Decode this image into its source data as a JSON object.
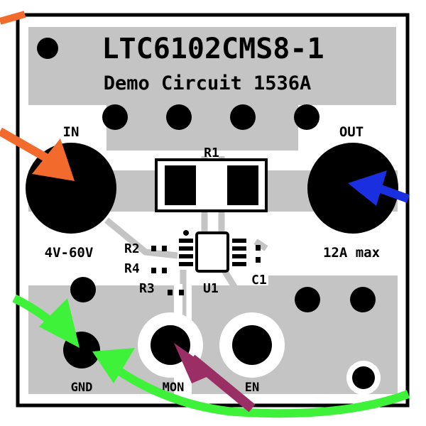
{
  "board": {
    "title": "LTC6102CMS8-1",
    "subtitle": "Demo Circuit 1536A",
    "in_label": "IN",
    "in_range": "4V-60V",
    "out_label": "OUT",
    "out_rating": "12A max",
    "components": {
      "r1": "R1",
      "r2": "R2",
      "r4": "R4",
      "r3": "R3",
      "u1": "U1",
      "c1": "C1"
    },
    "pins": {
      "gnd": "GND",
      "mon": "MON",
      "en": "EN"
    }
  },
  "colors": {
    "copper": "#c4c4c4",
    "orange_arrow": "#f26a2c",
    "blue_arrow": "#1a2fe0",
    "green_arrow": "#3ef23a",
    "purple_arrow": "#9a2f66"
  }
}
